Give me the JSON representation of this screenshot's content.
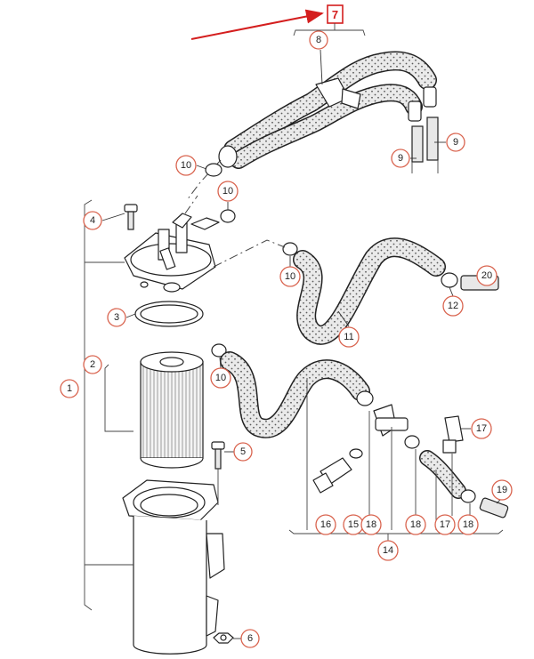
{
  "diagram": {
    "reference": "7",
    "colors": {
      "callout_ring": "#d9644f",
      "reference_box": "#d41e1e",
      "arrow": "#d41e1e",
      "hose_fill": "#eaeaea",
      "hose_dots": "#5a5a5a"
    },
    "callouts": [
      {
        "id": "c1",
        "label": "1"
      },
      {
        "id": "c2",
        "label": "2"
      },
      {
        "id": "c3",
        "label": "3"
      },
      {
        "id": "c4",
        "label": "4"
      },
      {
        "id": "c5",
        "label": "5"
      },
      {
        "id": "c6",
        "label": "6"
      },
      {
        "id": "c8",
        "label": "8"
      },
      {
        "id": "c9a",
        "label": "9"
      },
      {
        "id": "c9b",
        "label": "9"
      },
      {
        "id": "c10a",
        "label": "10"
      },
      {
        "id": "c10b",
        "label": "10"
      },
      {
        "id": "c10c",
        "label": "10"
      },
      {
        "id": "c10d",
        "label": "10"
      },
      {
        "id": "c11",
        "label": "11"
      },
      {
        "id": "c12",
        "label": "12"
      },
      {
        "id": "c14",
        "label": "14"
      },
      {
        "id": "c15",
        "label": "15"
      },
      {
        "id": "c16",
        "label": "16"
      },
      {
        "id": "c17a",
        "label": "17"
      },
      {
        "id": "c17b",
        "label": "17"
      },
      {
        "id": "c18a",
        "label": "18"
      },
      {
        "id": "c18b",
        "label": "18"
      },
      {
        "id": "c18c",
        "label": "18"
      },
      {
        "id": "c19",
        "label": "19"
      },
      {
        "id": "c20",
        "label": "20"
      }
    ]
  }
}
